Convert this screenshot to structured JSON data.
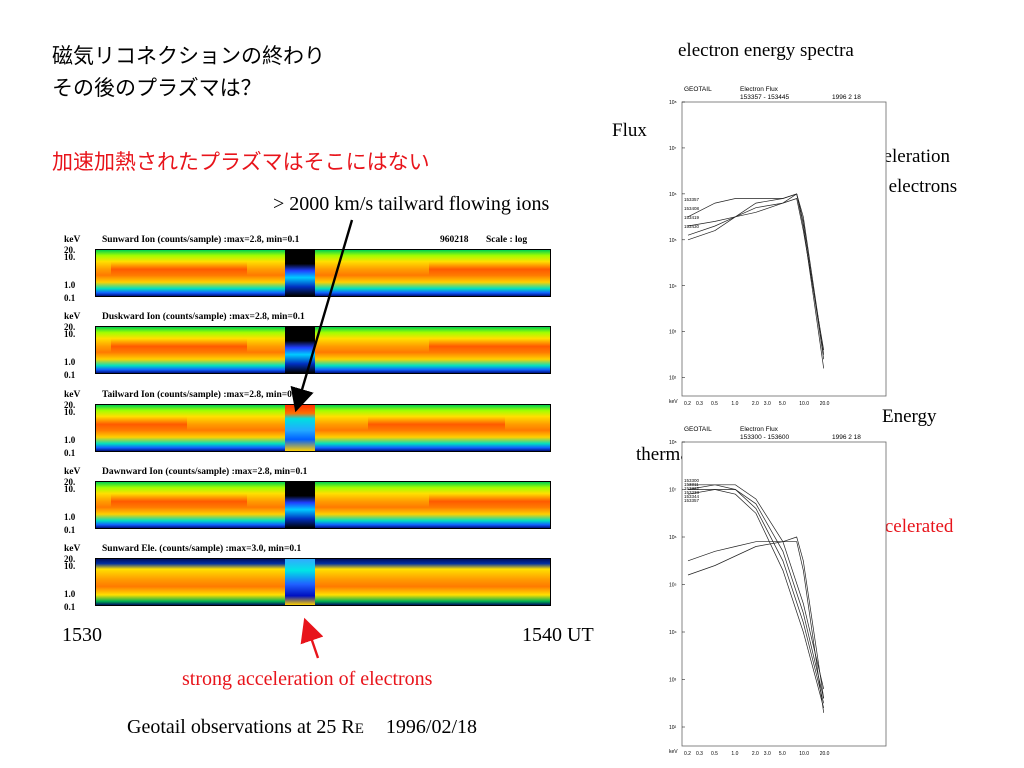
{
  "title": {
    "line1": "磁気リコネクションの終わり",
    "line2": "その後のプラズマは？",
    "highlight": "加速加熱されたプラズマはそこにはない"
  },
  "annotations": {
    "ions": "> 2000 km/s tailward flowing ions",
    "electrons_bottom": "strong acceleration of electrons",
    "spectra_title": "electron energy spectra",
    "flux": "Flux",
    "strong_accel_1": "strong acceleration",
    "strong_accel_2": "of electrons",
    "energy": "Energy",
    "thermal": "thermal",
    "accelerated": "accelerated",
    "footer_pre": "Geotail observations at 25 R",
    "footer_sub": "E",
    "footer_date": "1996/02/18"
  },
  "time_axis": {
    "start": "1530",
    "end": "1540 UT"
  },
  "colors": {
    "red": "#e8141b"
  },
  "panels": [
    {
      "label": "Sunward Ion  (counts/sample) :max=2.8, min=0.1",
      "date": "960218",
      "scale": "Scale : log",
      "kind": "ion"
    },
    {
      "label": "Duskward Ion  (counts/sample) :max=2.8, min=0.1",
      "kind": "ion"
    },
    {
      "label": "Tailward Ion  (counts/sample) :max=2.8, min=0.1",
      "kind": "tail"
    },
    {
      "label": "Dawnward Ion  (counts/sample) :max=2.8, min=0.1",
      "kind": "ion"
    },
    {
      "label": "Sunward Ele.  (counts/sample) :max=3.0, min=0.1",
      "kind": "ele"
    }
  ],
  "panel_axis": {
    "unit": "keV",
    "ticks": [
      "20.",
      "10.",
      "1.0",
      "0.1"
    ]
  },
  "chart_data": [
    {
      "type": "heatmap",
      "title": "Geotail ion / electron energy-time spectrograms",
      "xlabel": "UT",
      "ylabel": "keV",
      "x_range": [
        "1530",
        "1540 UT"
      ],
      "y_ticks": [
        "20.",
        "10.",
        "1.0",
        "0.1"
      ],
      "scale": "log",
      "series": [
        {
          "name": "Sunward Ion",
          "max": 2.8,
          "min": 0.1
        },
        {
          "name": "Duskward Ion",
          "max": 2.8,
          "min": 0.1
        },
        {
          "name": "Tailward Ion",
          "max": 2.8,
          "min": 0.1
        },
        {
          "name": "Dawnward Ion",
          "max": 2.8,
          "min": 0.1
        },
        {
          "name": "Sunward Ele.",
          "max": 3.0,
          "min": 0.1
        }
      ]
    },
    {
      "type": "line",
      "title": "Electron Flux",
      "header": {
        "mission": "GEOTAIL",
        "label": "Electron Flux",
        "t_start": "153357",
        "t_sep": "-",
        "t_end": "153445",
        "year": "1996",
        "month": "2",
        "day": "18"
      },
      "x_ticks": [
        "0.2",
        "0.3",
        "0.5",
        "1.0",
        "2.0",
        "3.0",
        "5.0",
        "10.0",
        "20.0"
      ],
      "x_unit": "keV",
      "y_ticks": [
        "10⁸",
        "10⁷",
        "10⁶",
        "10⁵",
        "10⁴",
        "10³",
        "10²"
      ],
      "xlabel": "Energy",
      "ylabel": "Flux",
      "legend": [
        "153357",
        "153408",
        "153419",
        "153430"
      ],
      "series": [
        {
          "x": [
            0.2,
            0.5,
            1.0,
            2.0,
            5.0,
            8.0,
            10.0,
            20.0
          ],
          "y": [
            5.0,
            5.2,
            5.5,
            5.8,
            5.9,
            6.0,
            5.5,
            2.5
          ]
        },
        {
          "x": [
            0.2,
            0.5,
            1.0,
            2.0,
            5.0,
            8.0,
            10.0,
            20.0
          ],
          "y": [
            5.5,
            5.8,
            5.9,
            5.9,
            5.9,
            6.0,
            5.3,
            2.2
          ]
        },
        {
          "x": [
            0.2,
            0.5,
            1.0,
            2.0,
            5.0,
            8.0,
            10.0,
            20.0
          ],
          "y": [
            5.1,
            5.3,
            5.5,
            5.6,
            5.8,
            6.0,
            5.4,
            2.4
          ]
        },
        {
          "x": [
            0.2,
            0.5,
            1.0,
            2.0,
            5.0,
            8.0,
            10.0,
            20.0
          ],
          "y": [
            5.3,
            5.4,
            5.5,
            5.7,
            5.8,
            5.9,
            5.2,
            2.6
          ]
        }
      ]
    },
    {
      "type": "line",
      "title": "Electron Flux",
      "header": {
        "mission": "GEOTAIL",
        "label": "Electron Flux",
        "t_start": "153300",
        "t_sep": "-",
        "t_end": "153600",
        "year": "1996",
        "month": "2",
        "day": "18"
      },
      "x_ticks": [
        "0.2",
        "0.3",
        "0.5",
        "1.0",
        "2.0",
        "3.0",
        "5.0",
        "10.0",
        "20.0"
      ],
      "x_unit": "keV",
      "y_ticks": [
        "10⁸",
        "10⁷",
        "10⁶",
        "10⁵",
        "10⁴",
        "10³",
        "10²"
      ],
      "legend": [
        "153300",
        "153311",
        "153322",
        "153333",
        "153344",
        "153357"
      ],
      "series": [
        {
          "x": [
            0.2,
            0.5,
            1.0,
            2.0,
            5.0,
            10.0,
            20.0
          ],
          "y": [
            7.0,
            7.0,
            6.9,
            6.5,
            5.3,
            4.0,
            2.4
          ]
        },
        {
          "x": [
            0.2,
            0.5,
            1.0,
            2.0,
            5.0,
            10.0,
            20.0
          ],
          "y": [
            7.1,
            7.1,
            7.0,
            6.6,
            5.5,
            4.2,
            2.5
          ]
        },
        {
          "x": [
            0.2,
            0.5,
            1.0,
            2.0,
            5.0,
            10.0,
            20.0
          ],
          "y": [
            6.9,
            7.0,
            7.0,
            6.7,
            5.7,
            4.4,
            2.6
          ]
        },
        {
          "x": [
            0.2,
            0.5,
            1.0,
            2.0,
            5.0,
            10.0,
            20.0
          ],
          "y": [
            7.0,
            7.1,
            7.1,
            6.8,
            5.9,
            4.6,
            2.8
          ]
        },
        {
          "x": [
            0.2,
            0.5,
            1.0,
            2.0,
            5.0,
            8.0,
            10.0,
            20.0
          ],
          "y": [
            5.2,
            5.4,
            5.6,
            5.8,
            5.9,
            6.0,
            5.5,
            2.6
          ]
        },
        {
          "x": [
            0.2,
            0.5,
            1.0,
            2.0,
            5.0,
            8.0,
            10.0,
            20.0
          ],
          "y": [
            5.5,
            5.7,
            5.8,
            5.9,
            5.9,
            5.9,
            5.3,
            2.3
          ]
        }
      ]
    }
  ]
}
